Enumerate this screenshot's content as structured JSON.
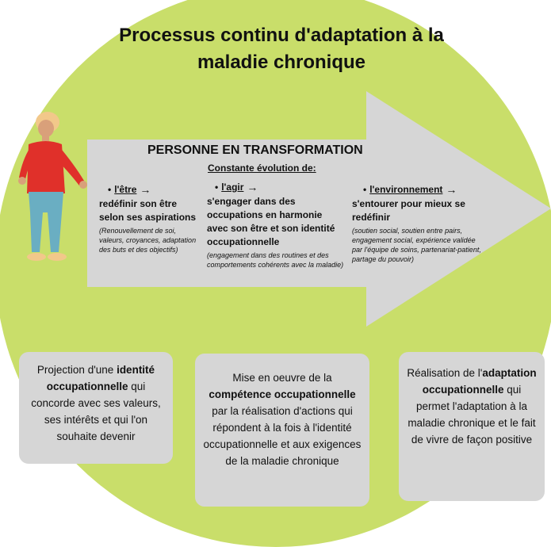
{
  "title_line1": "Processus continu d'adaptation à la",
  "title_line2": "maladie chronique",
  "arrow": {
    "heading": "PERSONNE EN TRANSFORMATION",
    "subheading": "Constante évolution de:",
    "columns": [
      {
        "keyword": "l'être",
        "arrow": "→",
        "description": "redéfinir son être selon ses aspirations",
        "note": "(Renouvellement de soi, valeurs, croyances, adaptation des buts et des objectifs)"
      },
      {
        "keyword": "l'agir",
        "arrow": "→",
        "description": "s'engager dans des occupations en harmonie avec son être et son identité occupationnelle",
        "note": "(engagement dans des routines et des comportements cohérents avec la maladie)"
      },
      {
        "keyword": "l'environnement",
        "arrow": "→",
        "description": "s'entourer pour mieux se redéfinir",
        "note": "(soutien social, soutien entre pairs, engagement social, expérience validée par l'équipe de soins, partenariat-patient, partage du pouvoir)"
      }
    ]
  },
  "boxes": [
    {
      "pre": "Projection d'une ",
      "bold": "identité occupationnelle",
      "post": " qui concorde avec ses valeurs, ses intérêts et qui l'on souhaite devenir"
    },
    {
      "pre": "Mise en oeuvre de la ",
      "bold": "compétence occupationnelle",
      "post": " par la réalisation d'actions qui répondent à la fois à l'identité occupationnelle et aux exigences de la maladie chronique"
    },
    {
      "pre": "Réalisation de l'",
      "bold": "adaptation occupationnelle",
      "post": " qui permet l'adaptation à la maladie chronique et le fait de vivre de façon positive"
    }
  ],
  "colors": {
    "circle": "#c9de6a",
    "arrow": "#d6d6d6",
    "box": "#d6d6d6",
    "person_shirt": "#e0302a",
    "person_pants": "#6aaec2",
    "person_hair": "#f2c88a"
  }
}
